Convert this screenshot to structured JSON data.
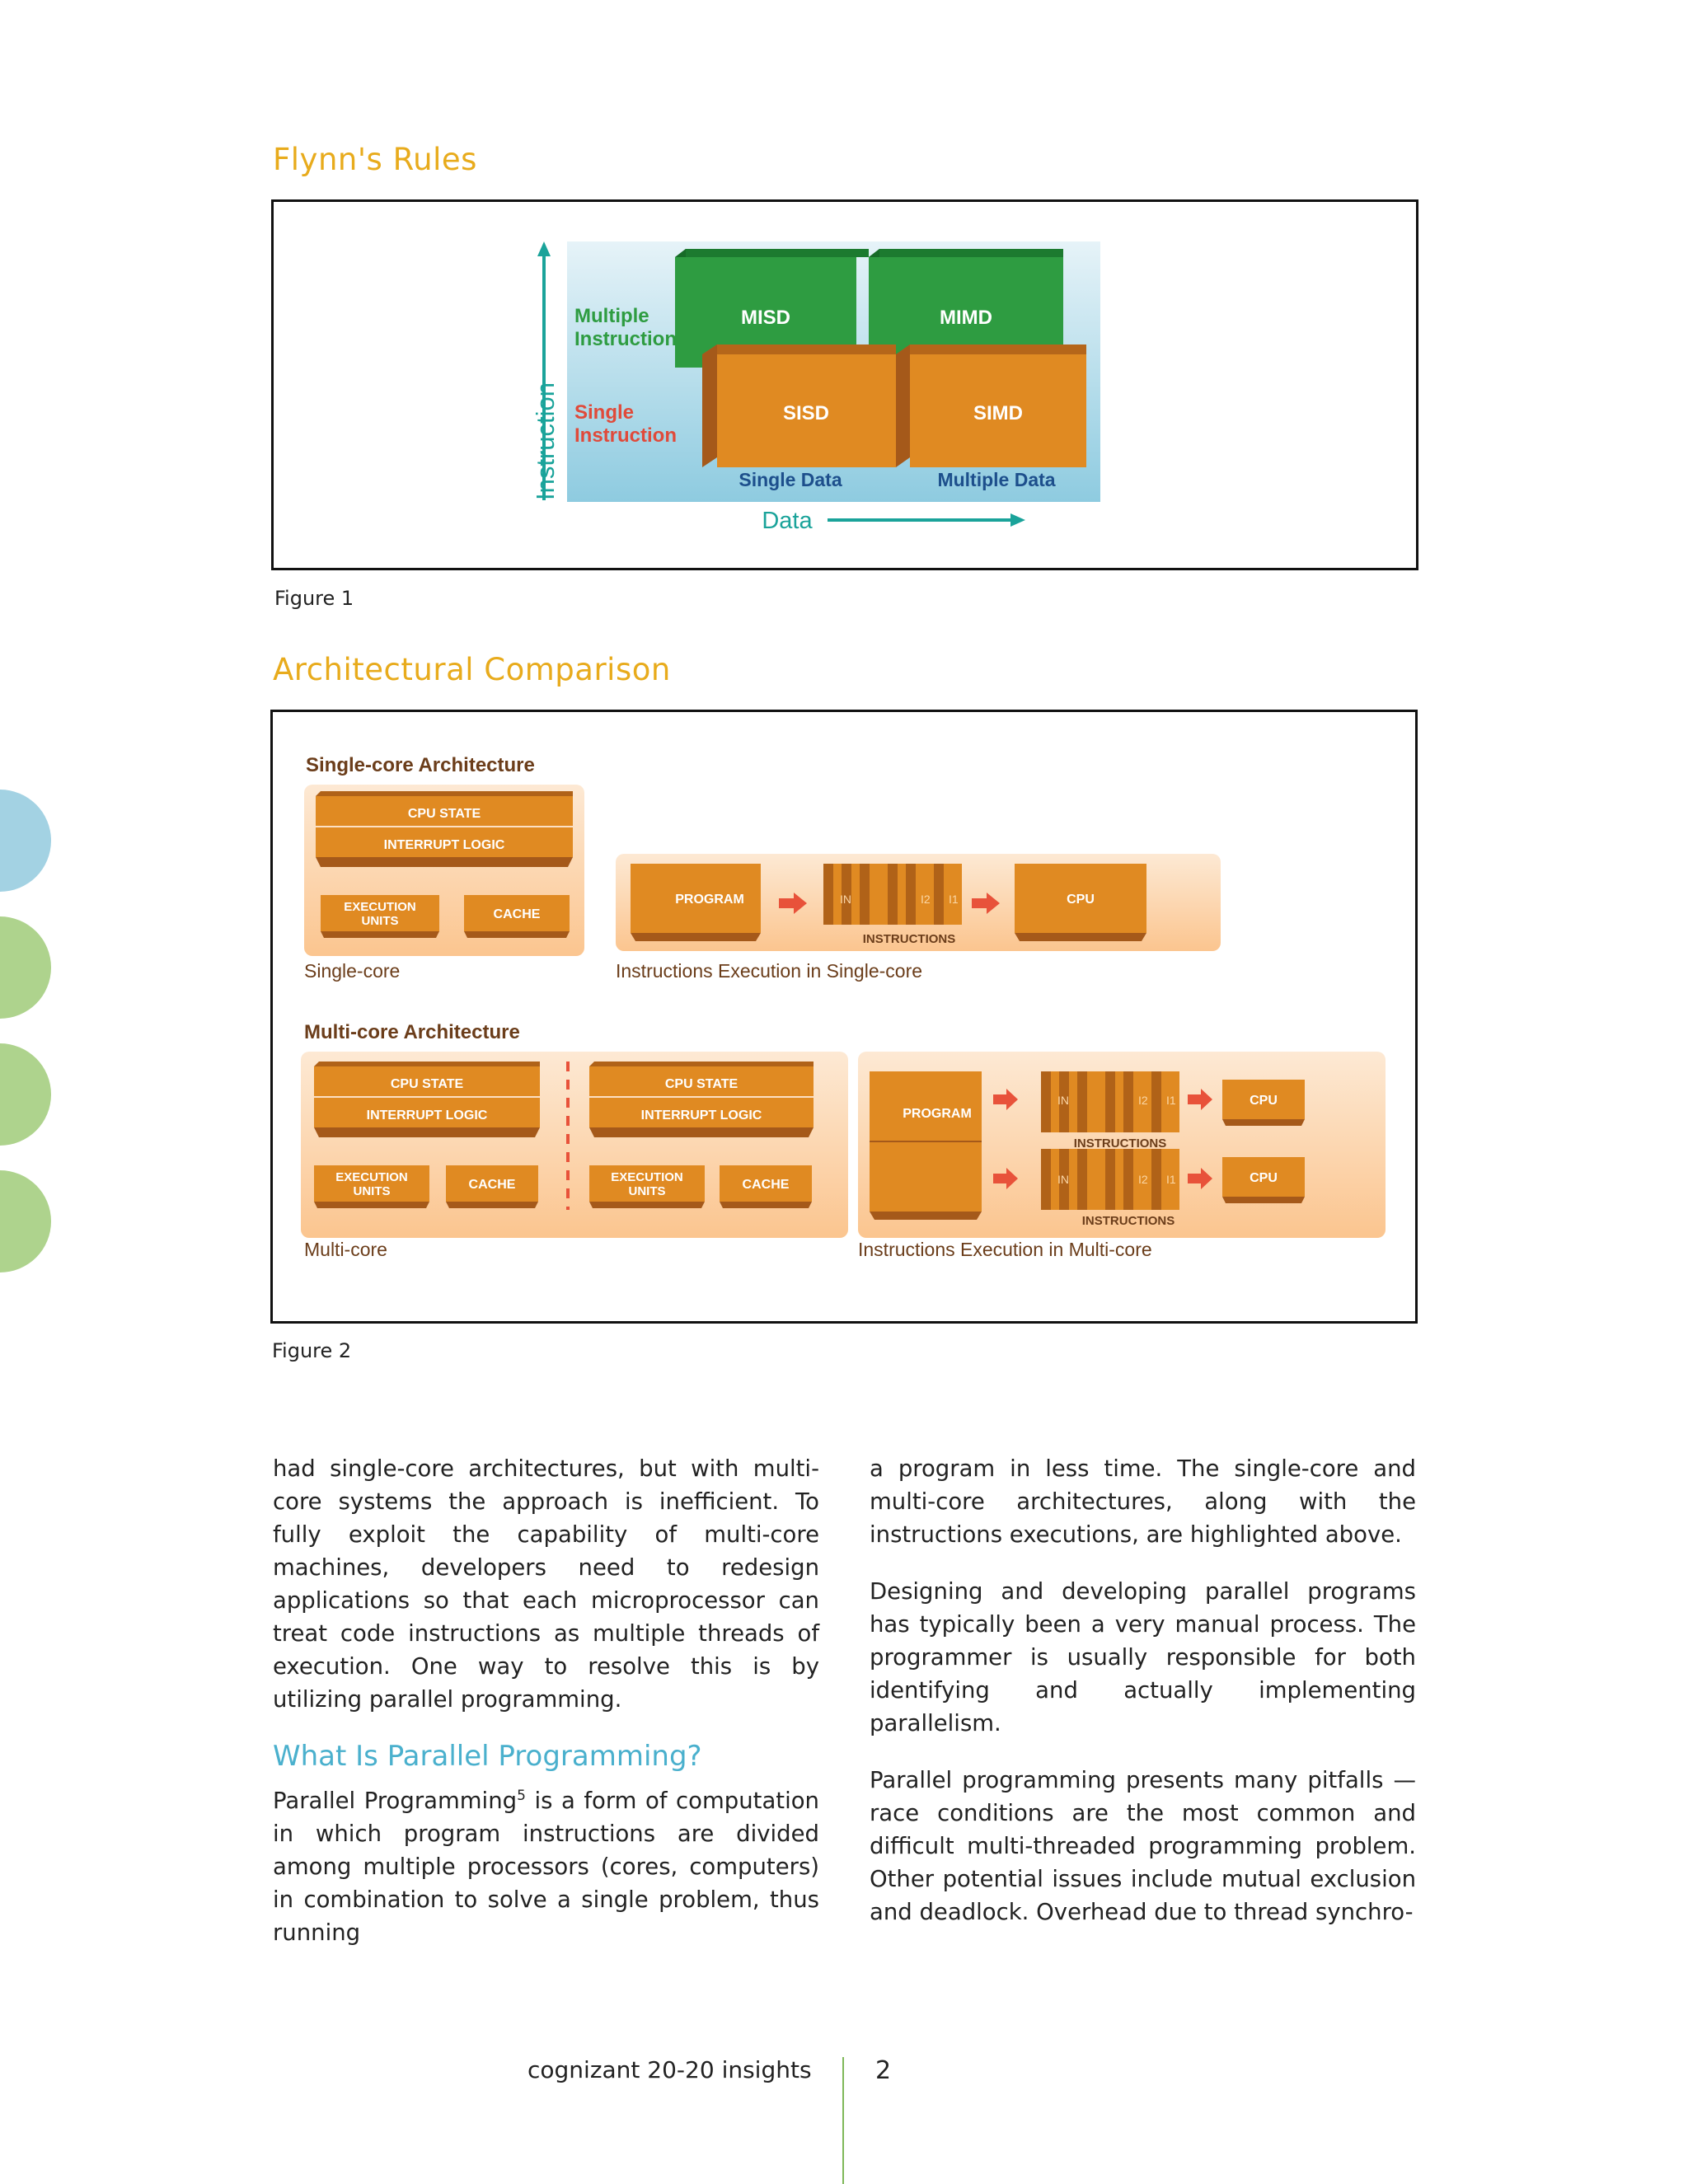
{
  "figure1": {
    "section_title": "Flynn's Rules",
    "caption": "Figure 1",
    "axis_instruction": "Instruction",
    "axis_data": "Data",
    "row_multiple": [
      "Multiple",
      "Instruction"
    ],
    "row_single": [
      "Single",
      "Instruction"
    ],
    "col_single": "Single Data",
    "col_multiple": "Multiple Data",
    "boxes": {
      "misd": "MISD",
      "mimd": "MIMD",
      "sisd": "SISD",
      "simd": "SIMD"
    },
    "colors": {
      "green": "#2e9c41",
      "orange": "#e08a22",
      "teal": "#1aa39a",
      "red_label": "#e04a3a",
      "blue_label": "#1d4f8c"
    }
  },
  "figure2": {
    "section_title": "Architectural Comparison",
    "caption": "Figure 2",
    "single_heading": "Single-core Architecture",
    "multi_heading": "Multi-core Architecture",
    "cpu_state": "CPU STATE",
    "interrupt_logic": "INTERRUPT LOGIC",
    "execution_units": [
      "EXECUTION",
      "UNITS"
    ],
    "cache": "CACHE",
    "program": "PROGRAM",
    "instructions": "INSTRUCTIONS",
    "cpu": "CPU",
    "in_label": "IN",
    "i2_label": "I2",
    "i1_label": "I1",
    "label_single_core": "Single-core",
    "label_exec_single": "Instructions Execution in Single-core",
    "label_multi_core": "Multi-core",
    "label_exec_multi": "Instructions Execution in Multi-core"
  },
  "body": {
    "left_p1": "had single-core architectures, but with multi-core systems the approach is inefficient. To fully exploit the capability of multi-core machines, developers need to redesign applications so that each microprocessor can treat code instructions as multiple threads of execution. One way to resolve this is by utilizing parallel programming.",
    "subhead": "What Is Parallel Programming?",
    "left_p2_a": "Parallel Programming",
    "left_p2_sup": "5",
    "left_p2_b": " is a form of computation in which program instructions are divided among multiple processors (cores, computers) in combination to solve a single problem, thus running",
    "right_p1": "a program in less time. The single-core and multi-core architectures, along with the instructions executions, are highlighted above.",
    "right_p2": "Designing and developing parallel programs has typically been a very manual process. The programmer is usually responsible for both identifying and actually implementing parallelism.",
    "right_p3": "Parallel programming presents many pitfalls — race conditions are the most common and difficult multi-threaded programming problem. Other potential issues include mutual exclusion and deadlock. Overhead due to thread synchro-"
  },
  "footer": {
    "brand": "cognizant 20-20 insights",
    "page_number": "2"
  },
  "side_dots": {
    "blue": "#a3d2e3",
    "green": "#aed38d"
  }
}
